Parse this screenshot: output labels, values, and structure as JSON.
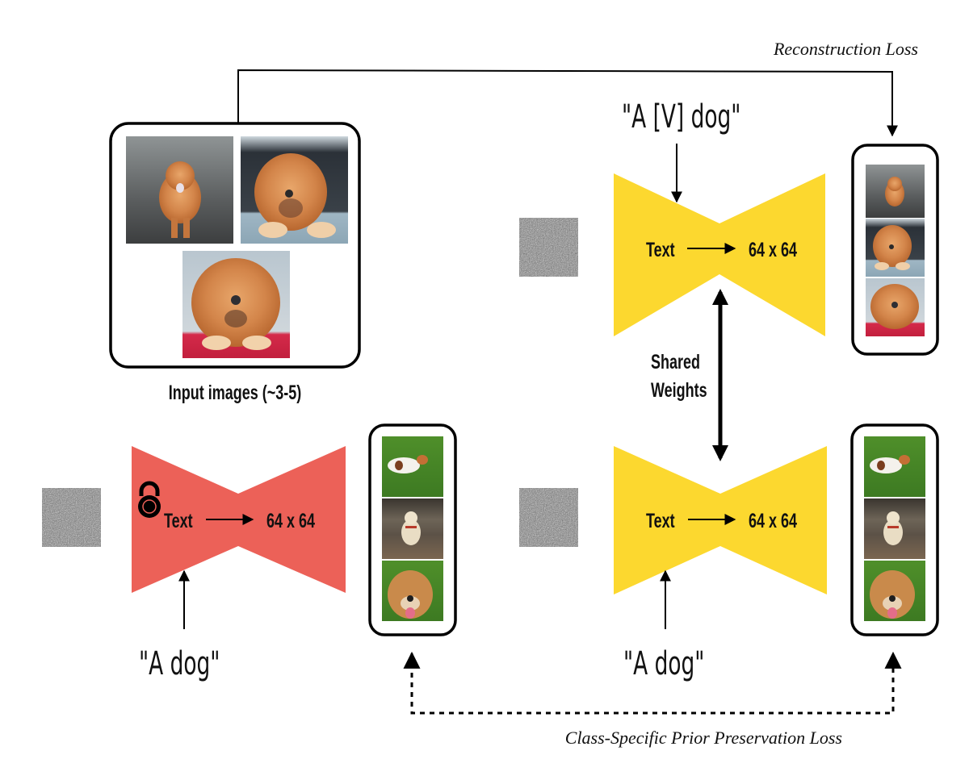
{
  "labels": {
    "reconstruction_loss": "Reconstruction Loss",
    "prior_preservation_loss": "Class-Specific Prior Preservation Loss",
    "input_images": "Input images (~3-5)",
    "shared_weights_line1": "Shared",
    "shared_weights_line2": "Weights"
  },
  "prompts": {
    "personalized": "\"A [V] dog\"",
    "class_frozen": "\"A dog\"",
    "class_trainable": "\"A dog\""
  },
  "models": {
    "top_trainable": {
      "input": "Text",
      "output": "64 x 64",
      "color": "#FCD82F",
      "state": "trainable"
    },
    "bottom_frozen": {
      "input": "Text",
      "output": "64 x 64",
      "color": "#EC6158",
      "state": "frozen",
      "icon": "lock-icon"
    },
    "bottom_trainable": {
      "input": "Text",
      "output": "64 x 64",
      "color": "#FCD82F",
      "state": "trainable"
    }
  },
  "images": {
    "input_set": [
      "chow chow walking on forest path",
      "chow chow leaning out of car window",
      "chow chow lying on red blanket"
    ],
    "reconstructed_set": [
      "chow chow walking on forest path",
      "chow chow leaning out of car window",
      "chow chow lying on red blanket"
    ],
    "class_prior_set": [
      "white and brown dog on grass",
      "yellow labrador sitting by stone wall",
      "shepherd mix dog with tongue out"
    ],
    "noise": "gaussian-noise"
  },
  "colors": {
    "yellow_model": "#FCD82F",
    "red_model": "#EC6158",
    "stroke": "#000000"
  }
}
